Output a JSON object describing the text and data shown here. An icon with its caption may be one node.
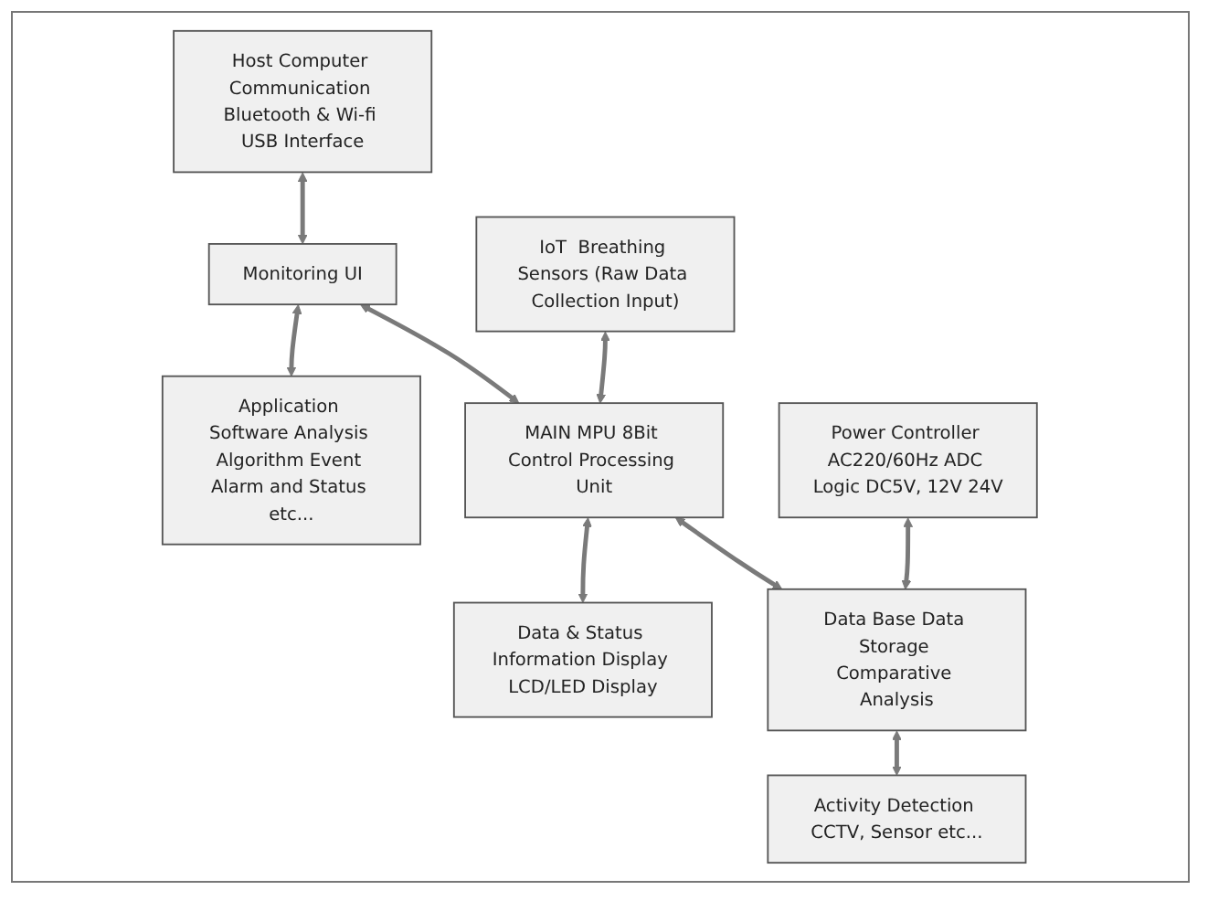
{
  "diagram": {
    "nodes": [
      {
        "text": [
          "Host Computer Communication Bluetooth & Wi-fi USB Interface"
        ]
      },
      {
        "text": [
          "Monitoring UI"
        ]
      },
      {
        "text": [
          "Application Software Analysis Algorithm Event Alarm and Status etc..."
        ]
      },
      {
        "text": [
          "IoT  Breathing Sensors (Raw Data Collection Input)"
        ]
      },
      {
        "text": [
          "MAIN MPU 8Bit Control Processing Unit"
        ]
      },
      {
        "text": [
          "Data & Status Information Display LCD/LED Display"
        ]
      },
      {
        "text": [
          "Power Controller AC220/60Hz ADC Logic DC5V, 12V 24V"
        ]
      },
      {
        "text": [
          "Data Base Data Storage Comparative Analysis"
        ]
      },
      {
        "text": [
          "Activity Detection CCTV, Sensor etc..."
        ]
      }
    ],
    "edges": [
      {
        "from": 0,
        "to": 1,
        "arrow": "both"
      },
      {
        "from": 1,
        "to": 2,
        "arrow": "both"
      },
      {
        "from": 1,
        "to": 4,
        "arrow": "both"
      },
      {
        "from": 3,
        "to": 4,
        "arrow": "both"
      },
      {
        "from": 4,
        "to": 5,
        "arrow": "both"
      },
      {
        "from": 4,
        "to": 7,
        "arrow": "both"
      },
      {
        "from": 6,
        "to": 7,
        "arrow": "both"
      },
      {
        "from": 7,
        "to": 8,
        "arrow": "both"
      }
    ]
  }
}
